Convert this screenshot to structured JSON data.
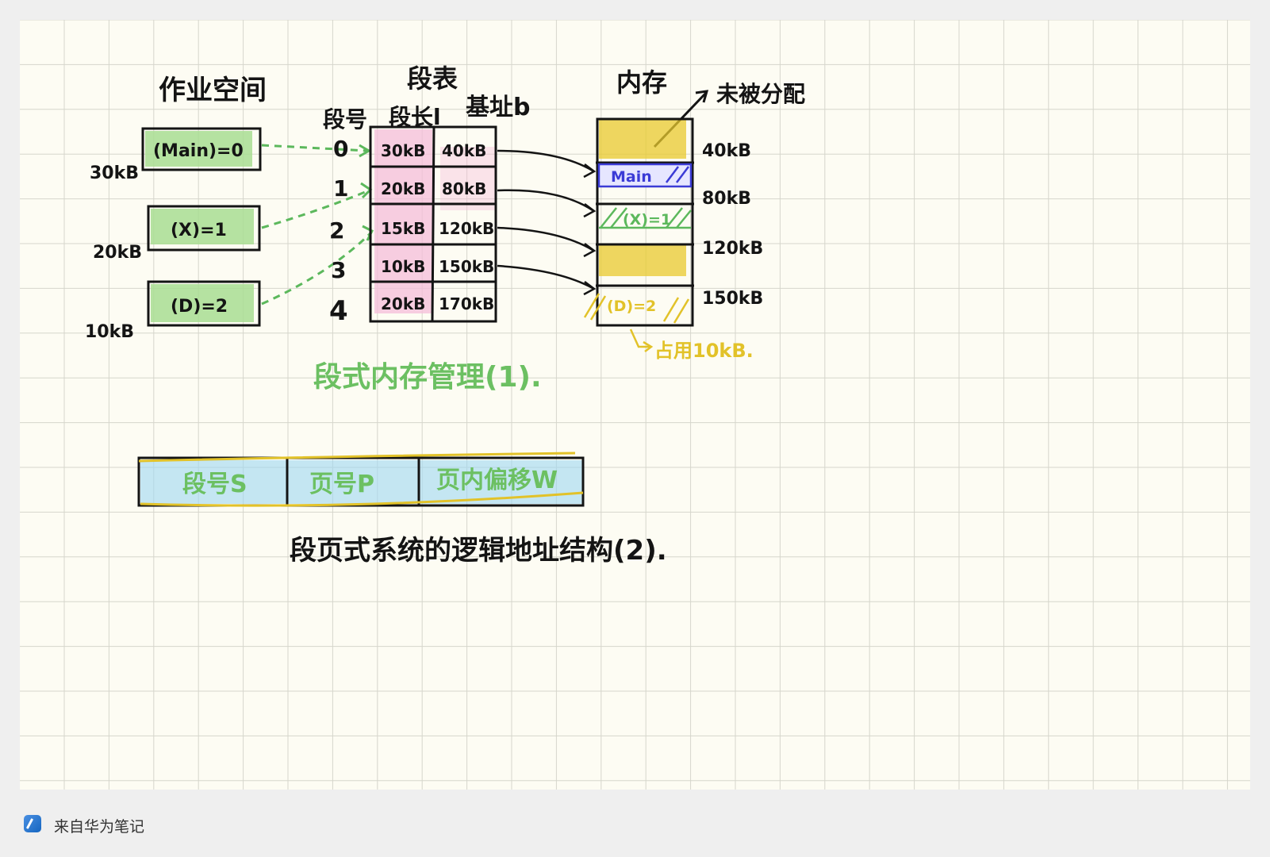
{
  "job_space": {
    "title": "作业空间",
    "segments": [
      {
        "label": "(Main)=0",
        "size": "30kB"
      },
      {
        "label": "(X)=1",
        "size": "20kB"
      },
      {
        "label": "(D)=2",
        "size": "10kB"
      }
    ]
  },
  "segment_table": {
    "title": "段表",
    "col_segment_no": "段号",
    "col_length": "段长l",
    "col_base": "基址b",
    "rows": [
      {
        "no": "0",
        "length": "30kB",
        "base": "40kB"
      },
      {
        "no": "1",
        "length": "20kB",
        "base": "80kB"
      },
      {
        "no": "2",
        "length": "15kB",
        "base": "120kB"
      },
      {
        "no": "3",
        "length": "10kB",
        "base": "150kB"
      },
      {
        "no": "4",
        "length": "20kB",
        "base": "170kB"
      }
    ]
  },
  "memory": {
    "title": "内存",
    "unallocated_label": "未被分配",
    "addresses": [
      "40kB",
      "80kB",
      "120kB",
      "150kB"
    ],
    "block_labels": [
      "Main",
      "(X)=1",
      "(D)=2"
    ],
    "note": "占用10kB."
  },
  "caption1": "段式内存管理(1).",
  "address_structure": {
    "fields": [
      "段号S",
      "页号P",
      "页内偏移W"
    ]
  },
  "caption2": "段页式系统的逻辑地址结构(2).",
  "footer": {
    "text": "来自华为笔记"
  },
  "colors": {
    "ink": "#141414",
    "green": "#5cb85c",
    "green_fill": "#9fd98a",
    "pink": "#f2b8d6",
    "yellow": "#e2c229",
    "blue": "#3b3bd6",
    "cyan": "#8fd3f0",
    "grid": "#d8d8d0"
  }
}
